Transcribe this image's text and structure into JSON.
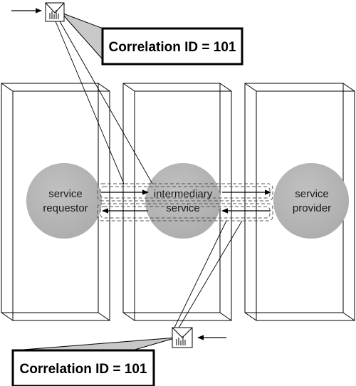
{
  "top_message": {
    "callout": "Correlation ID = 101"
  },
  "bottom_message": {
    "callout": "Correlation ID = 101"
  },
  "nodes": {
    "requestor": {
      "line1": "service",
      "line2": "requestor"
    },
    "intermediary": {
      "line1": "intermediary",
      "line2": "service"
    },
    "provider": {
      "line1": "service",
      "line2": "provider"
    }
  },
  "colors": {
    "node_fill": "#b5b5b5",
    "callout_fill": "#c8c8c8",
    "frame_stroke": "#000000",
    "dashed_stroke": "#555555"
  },
  "icons": [
    "envelope-icon",
    "arrow-right-icon",
    "arrow-left-icon"
  ]
}
